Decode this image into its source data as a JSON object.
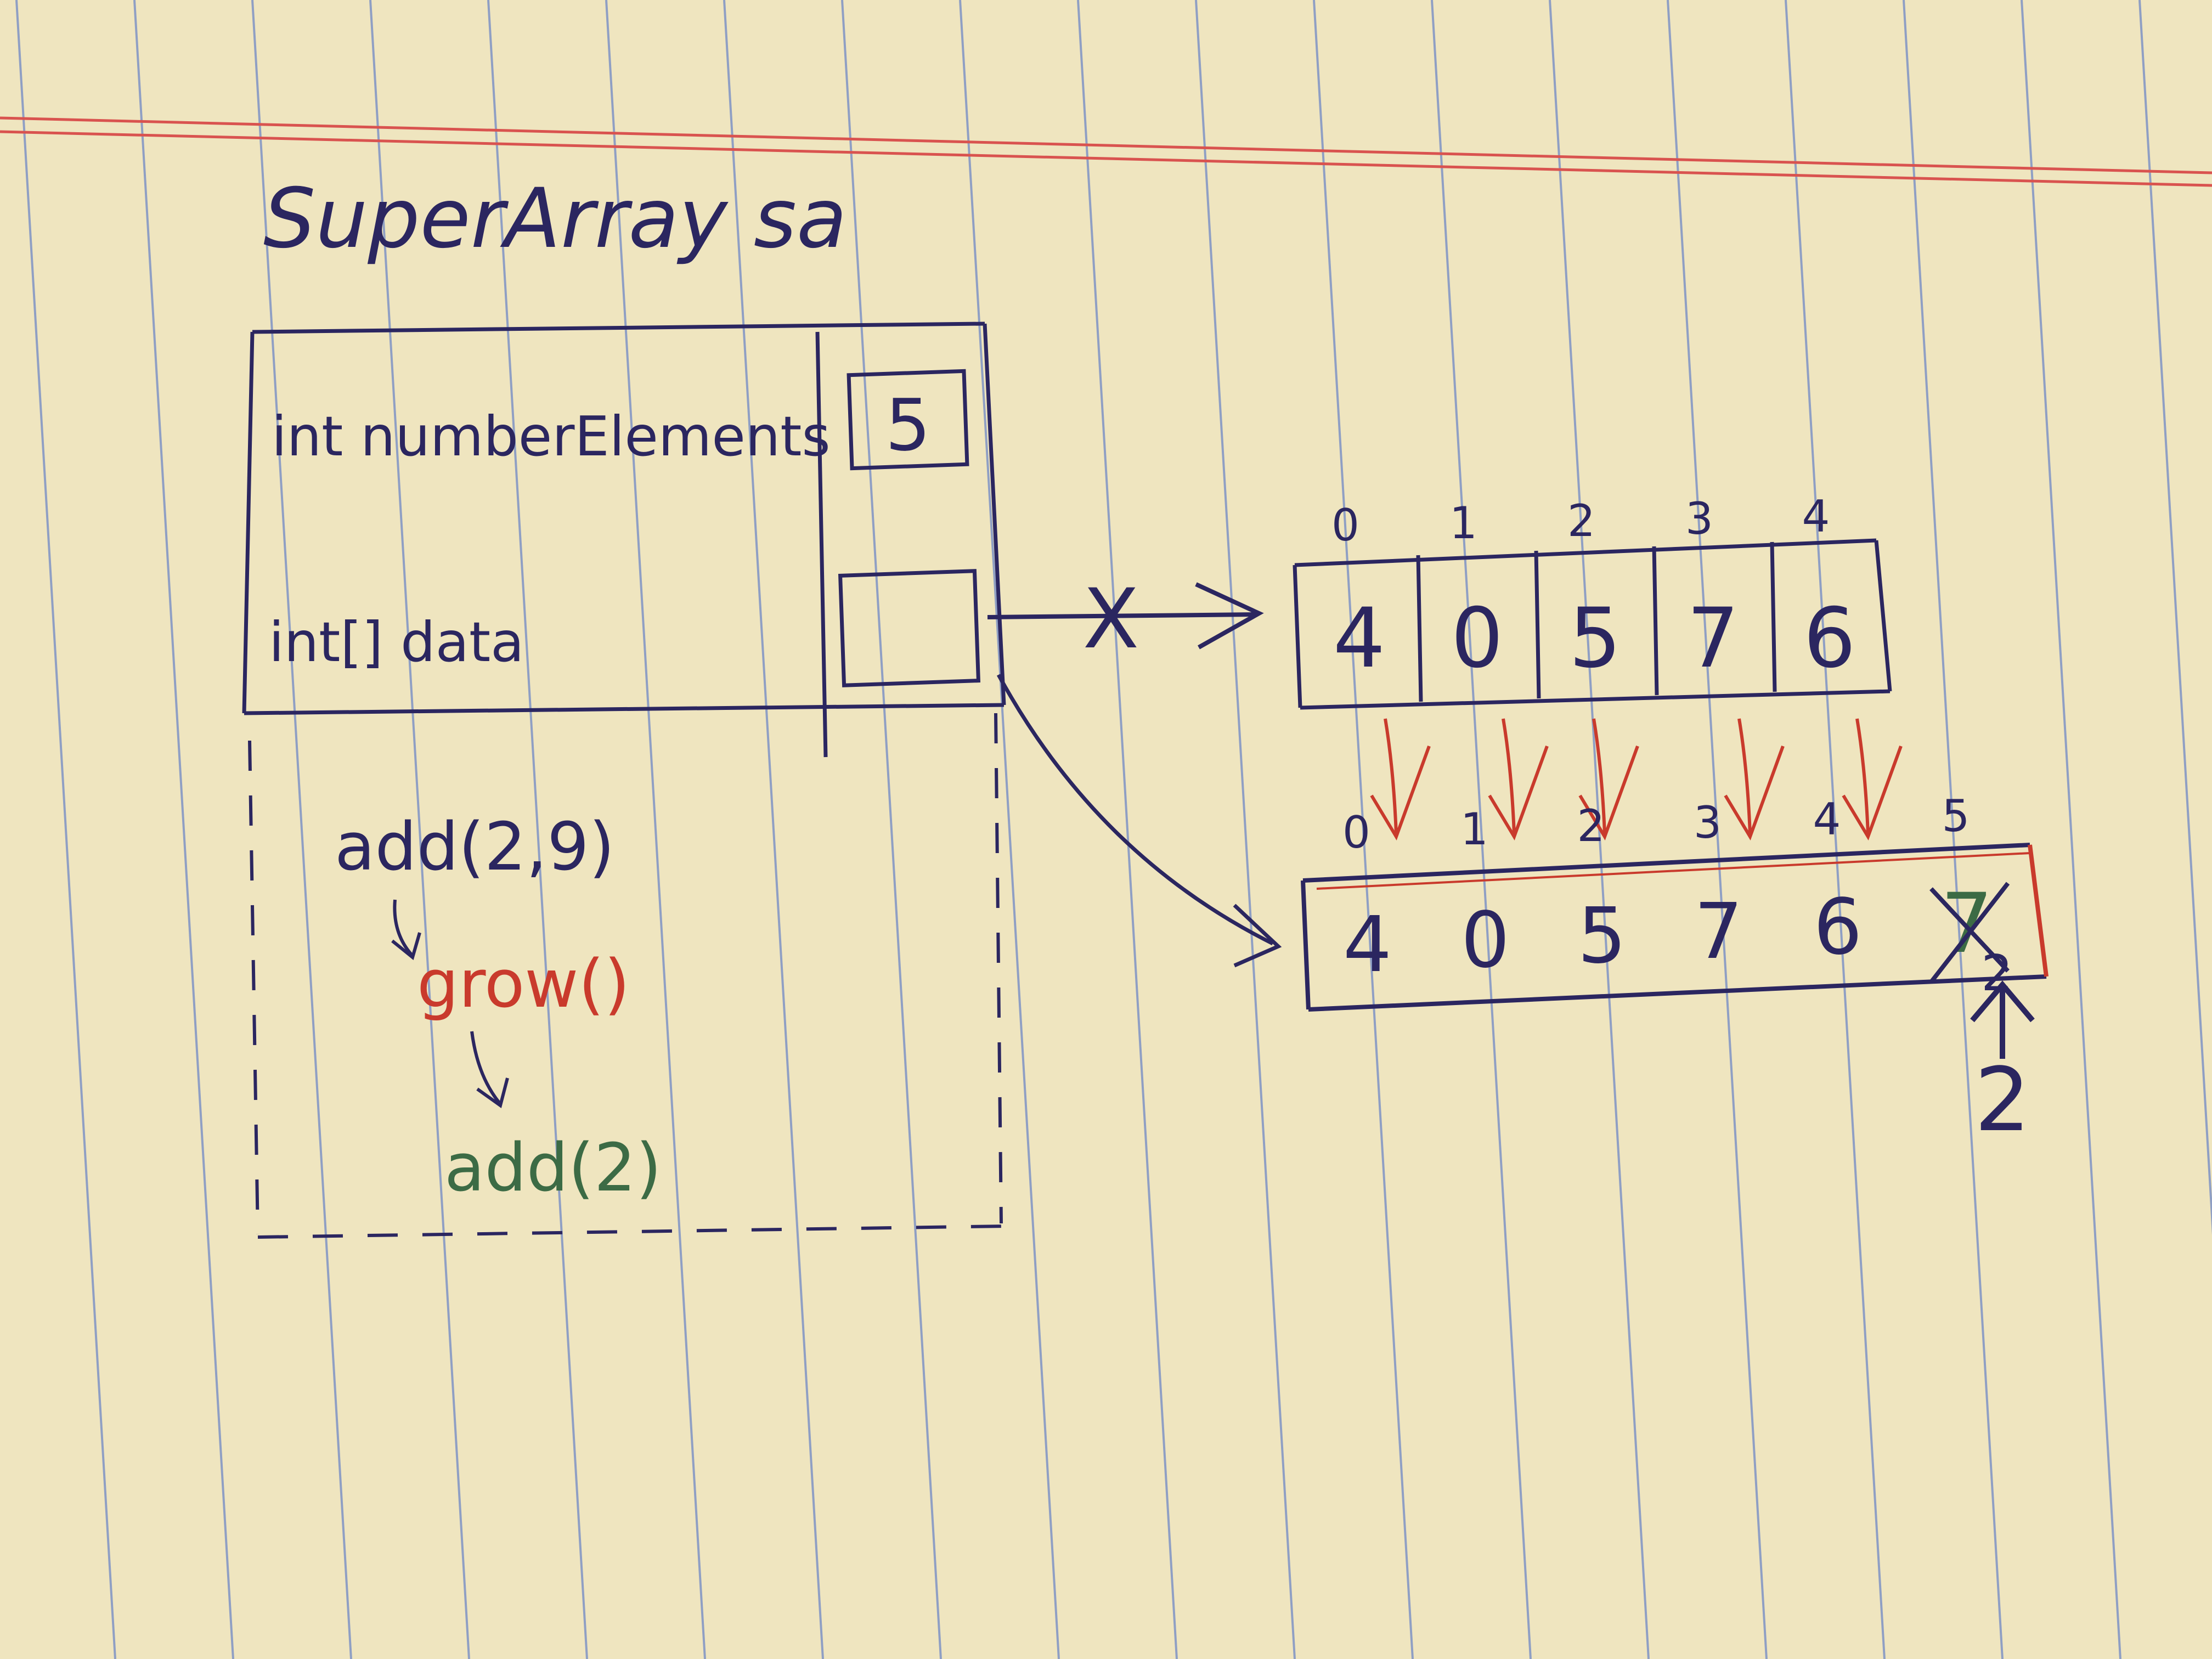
{
  "colors": {
    "paper": "#efe5bf",
    "rule_line": "#8f9fc4",
    "margin_line": "#d9534f",
    "ink_blue": "#2b2660",
    "ink_red": "#c93a2c",
    "ink_green": "#3c6b45"
  },
  "title": "SuperArray sa",
  "object": {
    "field_count_label": "int numberElements",
    "field_count_value": "5",
    "field_data_label": "int[] data"
  },
  "calls": {
    "add_call": "add(2,9)",
    "grow_call": "grow()",
    "add_single_call": "add(2)"
  },
  "old_array": {
    "indices": [
      "0",
      "1",
      "2",
      "3",
      "4"
    ],
    "values": [
      "4",
      "0",
      "5",
      "7",
      "6"
    ]
  },
  "new_array": {
    "indices": [
      "0",
      "1",
      "2",
      "3",
      "4",
      "5"
    ],
    "values": [
      "4",
      "0",
      "5",
      "7",
      "6",
      "2"
    ],
    "crossed_value": "7",
    "corrected_value": "2"
  },
  "pointer_value": "2",
  "cross_mark": "X"
}
